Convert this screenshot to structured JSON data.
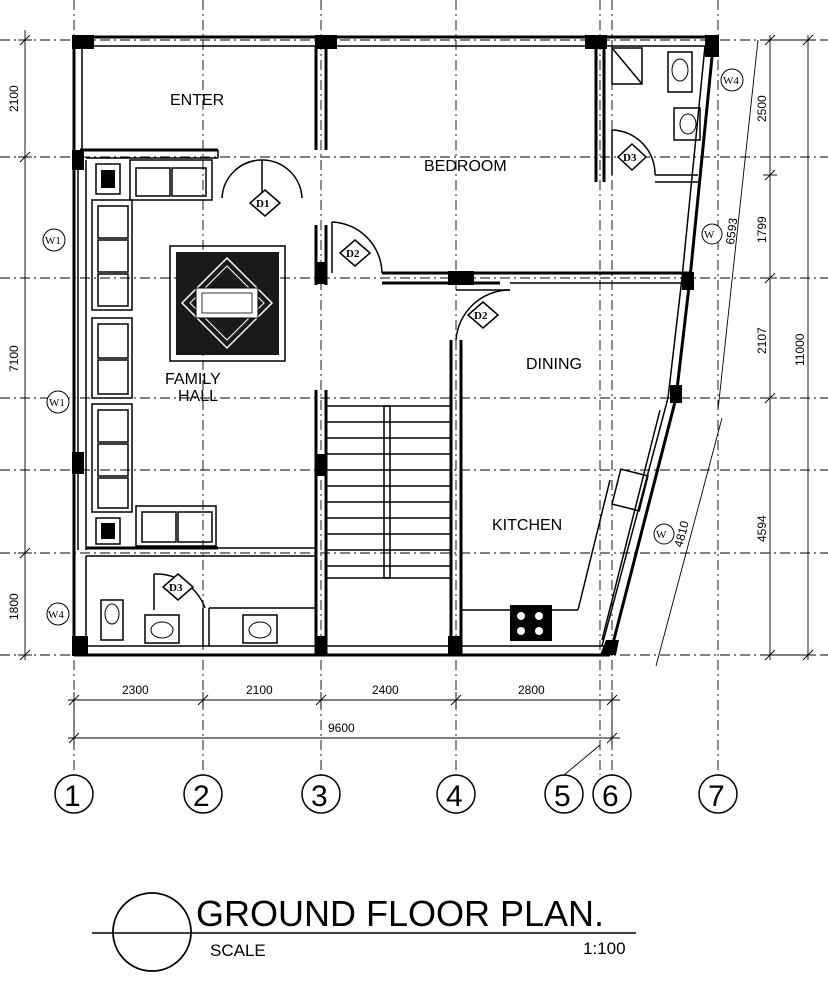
{
  "rooms": {
    "enter": "ENTER",
    "bedroom": "BEDROOM",
    "family_hall_1": "FAMILY",
    "family_hall_2": "HALL",
    "dining": "DINING",
    "kitchen": "KITCHEN"
  },
  "doors": {
    "d1": "D1",
    "d2a": "D2",
    "d2b": "D2",
    "d3a": "D3",
    "d3b": "D3"
  },
  "windows": {
    "w1a": "W1",
    "w1b": "W1",
    "w4a": "W4",
    "w4b": "W4",
    "w_right_a": "W",
    "w_right_b": "W"
  },
  "dimensions": {
    "left": [
      "2100",
      "7100",
      "1800"
    ],
    "right": [
      "2500",
      "1799",
      "2107",
      "4594"
    ],
    "right_total": "11000",
    "diag_1": "6593",
    "diag_2": "4810",
    "bottom": [
      "2300",
      "2100",
      "2400",
      "2800"
    ],
    "bottom_total": "9600"
  },
  "axes": [
    "1",
    "2",
    "3",
    "4",
    "5",
    "6",
    "7"
  ],
  "title": "GROUND FLOOR PLAN.",
  "scale_label": "SCALE",
  "scale_value": "1:100"
}
